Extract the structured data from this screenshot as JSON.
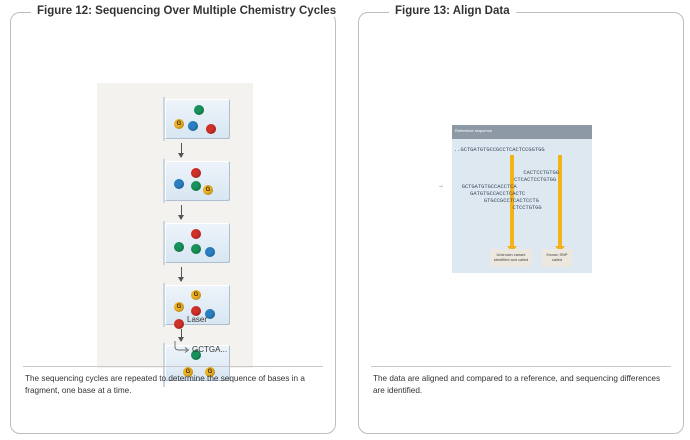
{
  "figure12": {
    "title": "Figure 12: Sequencing Over Multiple Chemistry Cycles",
    "laser_label": "Laser",
    "output_label": "GCTGA...",
    "caption": "The sequencing cycles are repeated to determine the sequence of bases in a fragment, one base at a time.",
    "dot_letter": "G"
  },
  "figure13": {
    "title": "Figure 13: Align Data",
    "reference_label": "Reference sequence",
    "reference_sequence": "..GCTGATGTGCCGCCTCACTCCGGTGG",
    "reads": [
      "      CACTCCTGTGG",
      "     CTCACTCCTGTGG",
      "   GCTGATGTGCCACCTCA",
      "     GATGTGCCACCTCACTC",
      "        GTGCCGCCTCACTCCTG",
      "               CTCCTGTGG"
    ],
    "note_left": "Unknown variant identified and called",
    "note_right": "Known SNP called",
    "caption": "The data are aligned and compared to a reference, and sequencing differences are identified."
  },
  "colors": {
    "green": "#18925a",
    "red": "#d12f28",
    "blue": "#2a7fc2",
    "yellow": "#f0b324",
    "highlight_bar": "#f4b21a"
  }
}
